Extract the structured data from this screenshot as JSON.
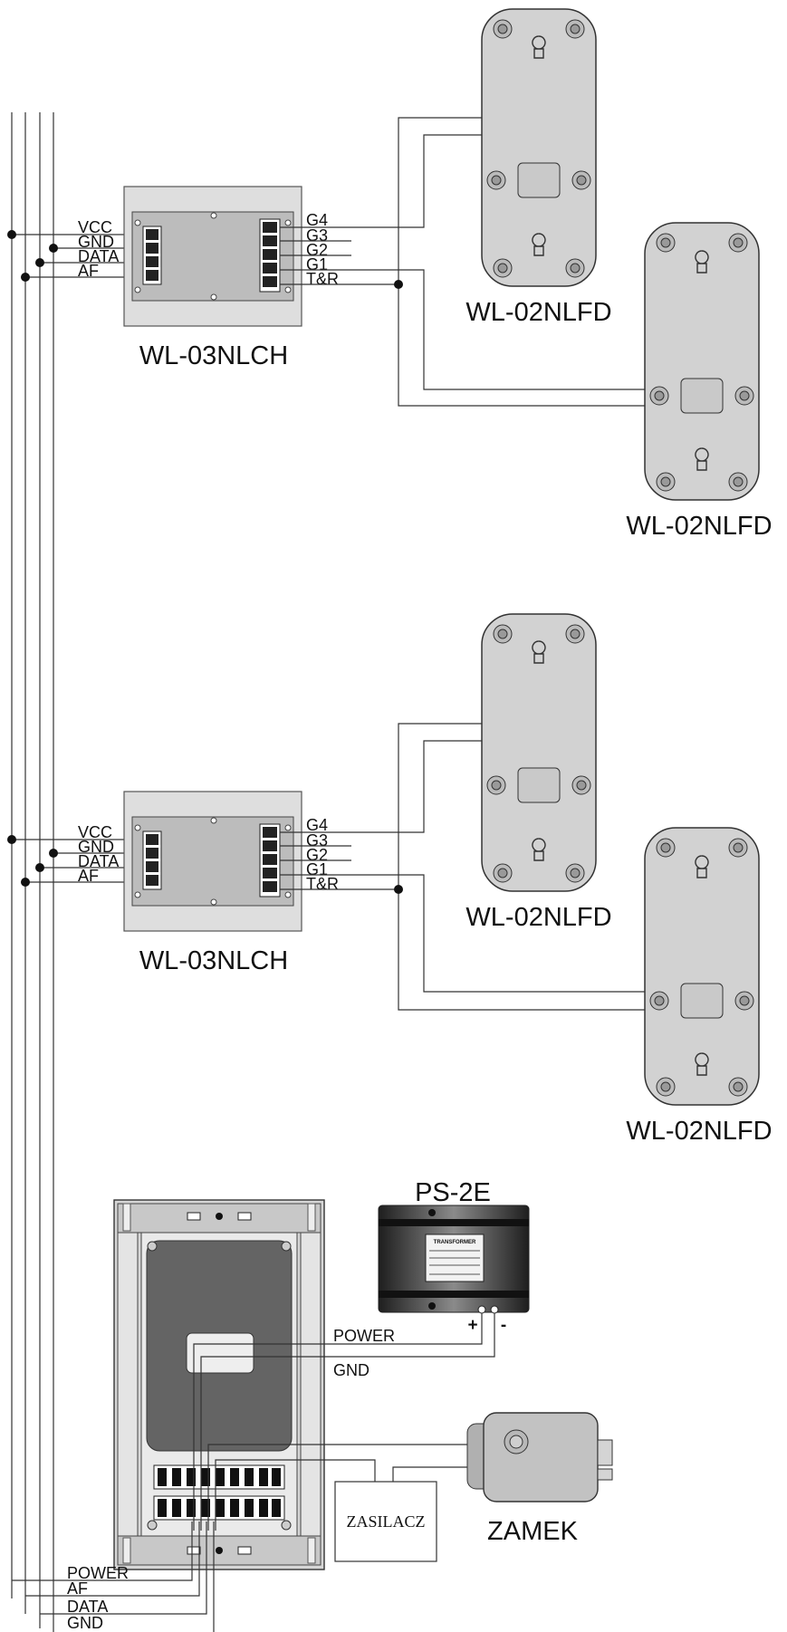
{
  "colors": {
    "wire": "#333333",
    "panel_bg": "#dcdcdc",
    "panel_inner": "#b8b8b8",
    "device_bg": "#d0d0d0",
    "psu_dark": "#2e2e2e",
    "door_station_dark": "#555555"
  },
  "bus_top": {
    "labels": [
      "VCC",
      "GND",
      "DATA",
      "AF"
    ]
  },
  "junction_1": {
    "name": "WL-03NLCH",
    "outputs": [
      "G4",
      "G3",
      "G2",
      "G1",
      "T&R"
    ],
    "monitor_a": "WL-02NLFD",
    "monitor_b": "WL-02NLFD"
  },
  "junction_2": {
    "name": "WL-03NLCH",
    "outputs": [
      "G4",
      "G3",
      "G2",
      "G1",
      "T&R"
    ],
    "monitor_a": "WL-02NLFD",
    "monitor_b": "WL-02NLFD"
  },
  "power_supply": {
    "name": "PS-2E",
    "plate_title": "TRANSFORMER",
    "plus": "+",
    "minus": "-"
  },
  "door_station": {
    "power_label": "POWER",
    "gnd_label": "GND",
    "bus_labels": [
      "POWER",
      "AF",
      "DATA",
      "GND"
    ]
  },
  "lock": {
    "name": "ZAMEK",
    "supply_label": "ZASILACZ"
  }
}
